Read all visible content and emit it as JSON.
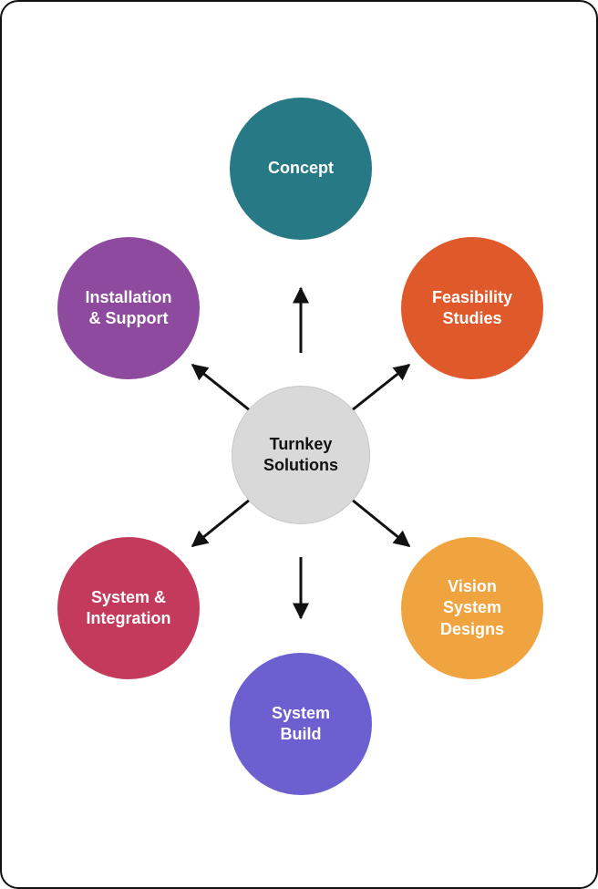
{
  "diagram": {
    "title": "Turnkey Solutions process diagram",
    "center": {
      "label": "Turnkey\nSolutions",
      "fill_color": "#d9d9d9",
      "text_color": "#111111"
    },
    "nodes": [
      {
        "id": "concept",
        "label": "Concept",
        "fill_color": "#277985"
      },
      {
        "id": "feasibility-studies",
        "label": "Feasibility\nStudies",
        "fill_color": "#e0592a"
      },
      {
        "id": "vision-system-designs",
        "label": "Vision\nSystem\nDesigns",
        "fill_color": "#efa440"
      },
      {
        "id": "system-build",
        "label": "System\nBuild",
        "fill_color": "#6c5fd0"
      },
      {
        "id": "system-integration",
        "label": "System &\nIntegration",
        "fill_color": "#c43a5d"
      },
      {
        "id": "installation-support",
        "label": "Installation\n& Support",
        "fill_color": "#8e4a9f"
      }
    ],
    "arrow_color": "#111111"
  }
}
